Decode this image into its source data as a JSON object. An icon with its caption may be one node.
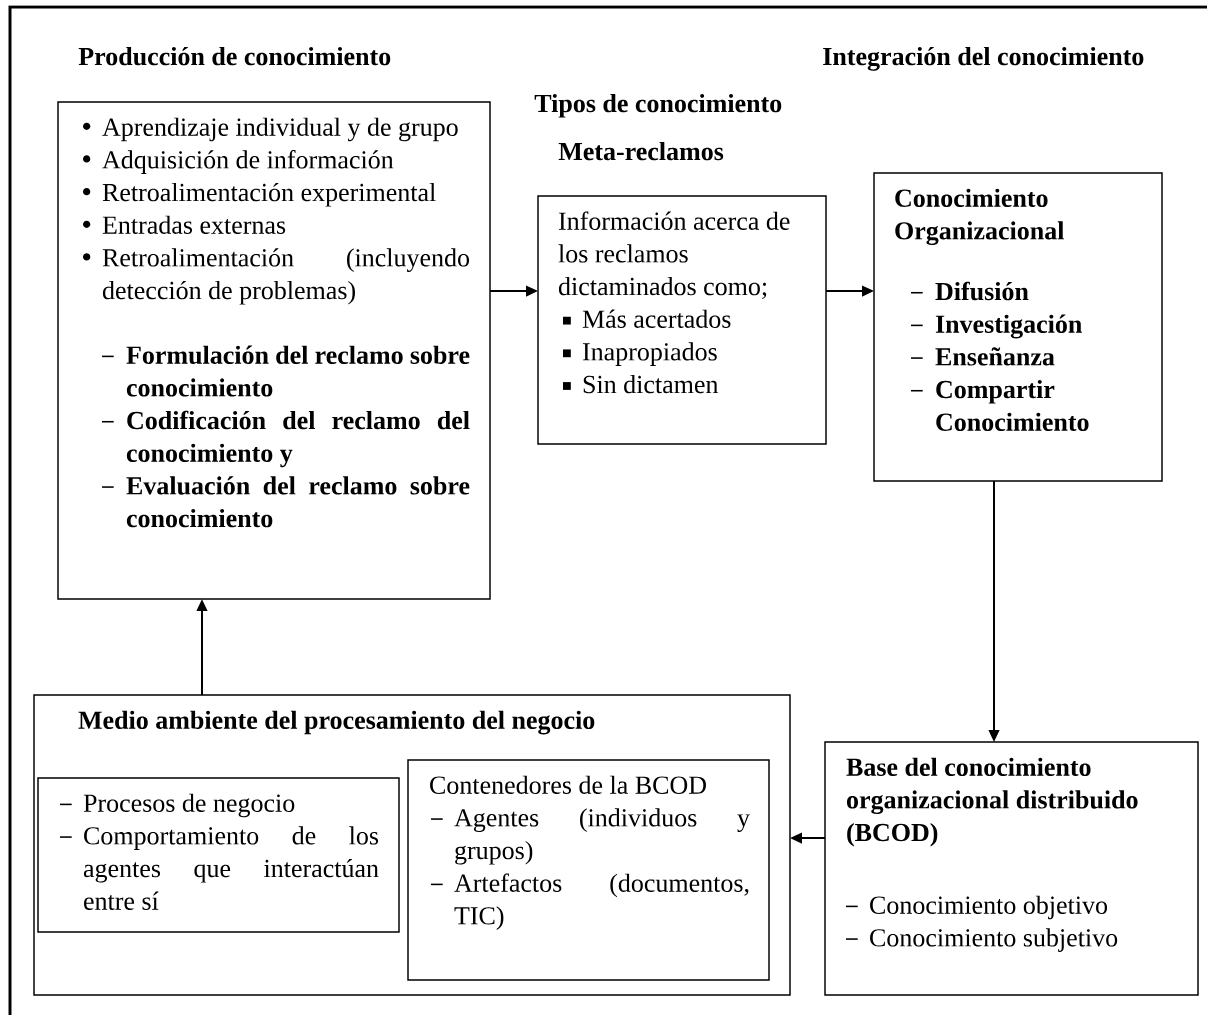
{
  "diagram": {
    "nodes": [
      {
        "text": [
          "Aprendizaje individual y de grupo",
          "Adquisición de información",
          "Retroalimentación experimental",
          "Entradas externas",
          "Retroalimentación (incluyendo detección de problemas)",
          "Formulación del reclamo sobre conocimiento",
          "Codificación del reclamo del conocimiento y",
          "Evaluación del reclamo sobre conocimiento"
        ]
      },
      {
        "text": [
          "Información acerca de los reclamos dictaminados como;",
          "Más acertados",
          "Inapropiados",
          "Sin dictamen"
        ]
      },
      {
        "text": [
          "Conocimiento Organizacional",
          "Difusión",
          "Investigación",
          "Enseñanza",
          "Compartir Conocimiento"
        ]
      },
      {
        "text": [
          "Medio ambiente del procesamiento del negocio"
        ]
      },
      {
        "text": [
          "Procesos de negocio",
          "Comportamiento de los agentes que interactúan entre sí"
        ],
        "in": 3
      },
      {
        "text": [
          "Contenedores de la BCOD",
          "Agentes (individuos y grupos)",
          "Artefactos (documentos, TIC)"
        ],
        "in": 3
      },
      {
        "text": [
          "Base del conocimiento organizacional distribuido (BCOD)",
          "Conocimiento objetivo",
          "Conocimiento subjetivo"
        ]
      }
    ],
    "edges": [
      {
        "from": 0,
        "to": 1,
        "arrow": "to"
      },
      {
        "from": 1,
        "to": 2,
        "arrow": "to"
      },
      {
        "from": 2,
        "to": 6,
        "arrow": "to"
      },
      {
        "from": 6,
        "to": 3,
        "arrow": "to"
      },
      {
        "from": 3,
        "to": 0,
        "arrow": "to"
      }
    ],
    "labels": [
      "Producción de conocimiento",
      "Integración del conocimiento",
      "Tipos de conocimiento",
      "Meta-reclamos"
    ]
  }
}
